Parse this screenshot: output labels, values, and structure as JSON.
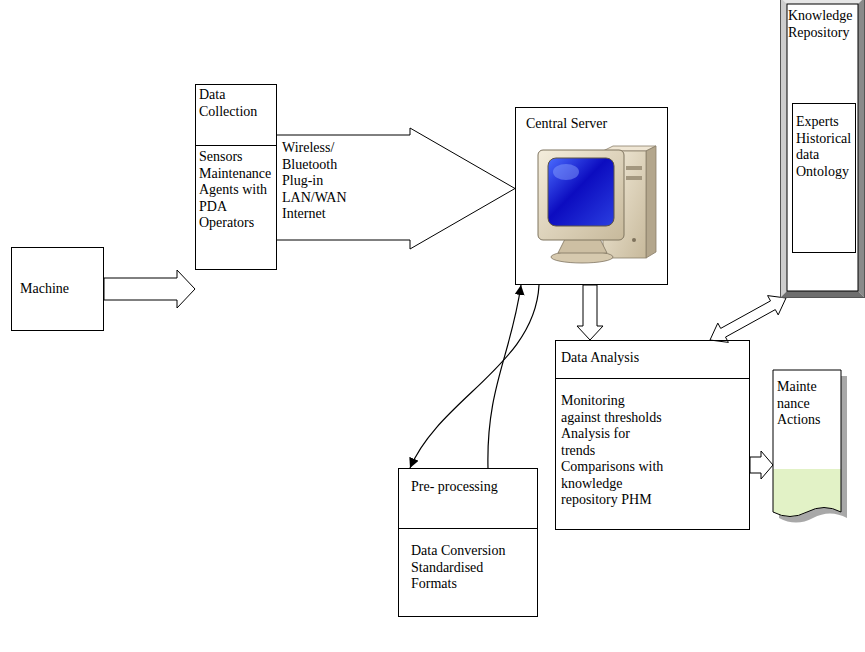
{
  "diagram": {
    "nodes": [
      {
        "text": [
          "Machine"
        ]
      },
      {
        "text": [
          "Data Collection",
          "Sensors Maintenance Agents with PDA Operators"
        ]
      },
      {
        "text": [
          "Central Server"
        ]
      },
      {
        "text": [
          "Knowledge Repository"
        ]
      },
      {
        "text": [
          "Experts Historical data Ontology"
        ],
        "in": 3
      },
      {
        "text": [
          "Pre- processing",
          "Data Conversion Standardised Formats"
        ]
      },
      {
        "text": [
          "Data Analysis",
          "Monitoring against thresholds Analysis for trends Comparisons with knowledge repository PHM"
        ]
      },
      {
        "text": [
          "Mainte nance Actions"
        ]
      }
    ],
    "edges": [
      {
        "from": 0,
        "to": 1,
        "arrow": "to"
      },
      {
        "from": 1,
        "to": 2,
        "label": "Wireless/ Bluetooth Plug-in LAN/WAN Internet",
        "arrow": "to"
      },
      {
        "from": 2,
        "to": 5,
        "arrow": "to"
      },
      {
        "from": 5,
        "to": 2,
        "arrow": "to"
      },
      {
        "from": 2,
        "to": 6,
        "arrow": "to"
      },
      {
        "from": 3,
        "to": 6,
        "arrow": "both"
      },
      {
        "from": 6,
        "to": 7,
        "arrow": "to"
      }
    ]
  }
}
